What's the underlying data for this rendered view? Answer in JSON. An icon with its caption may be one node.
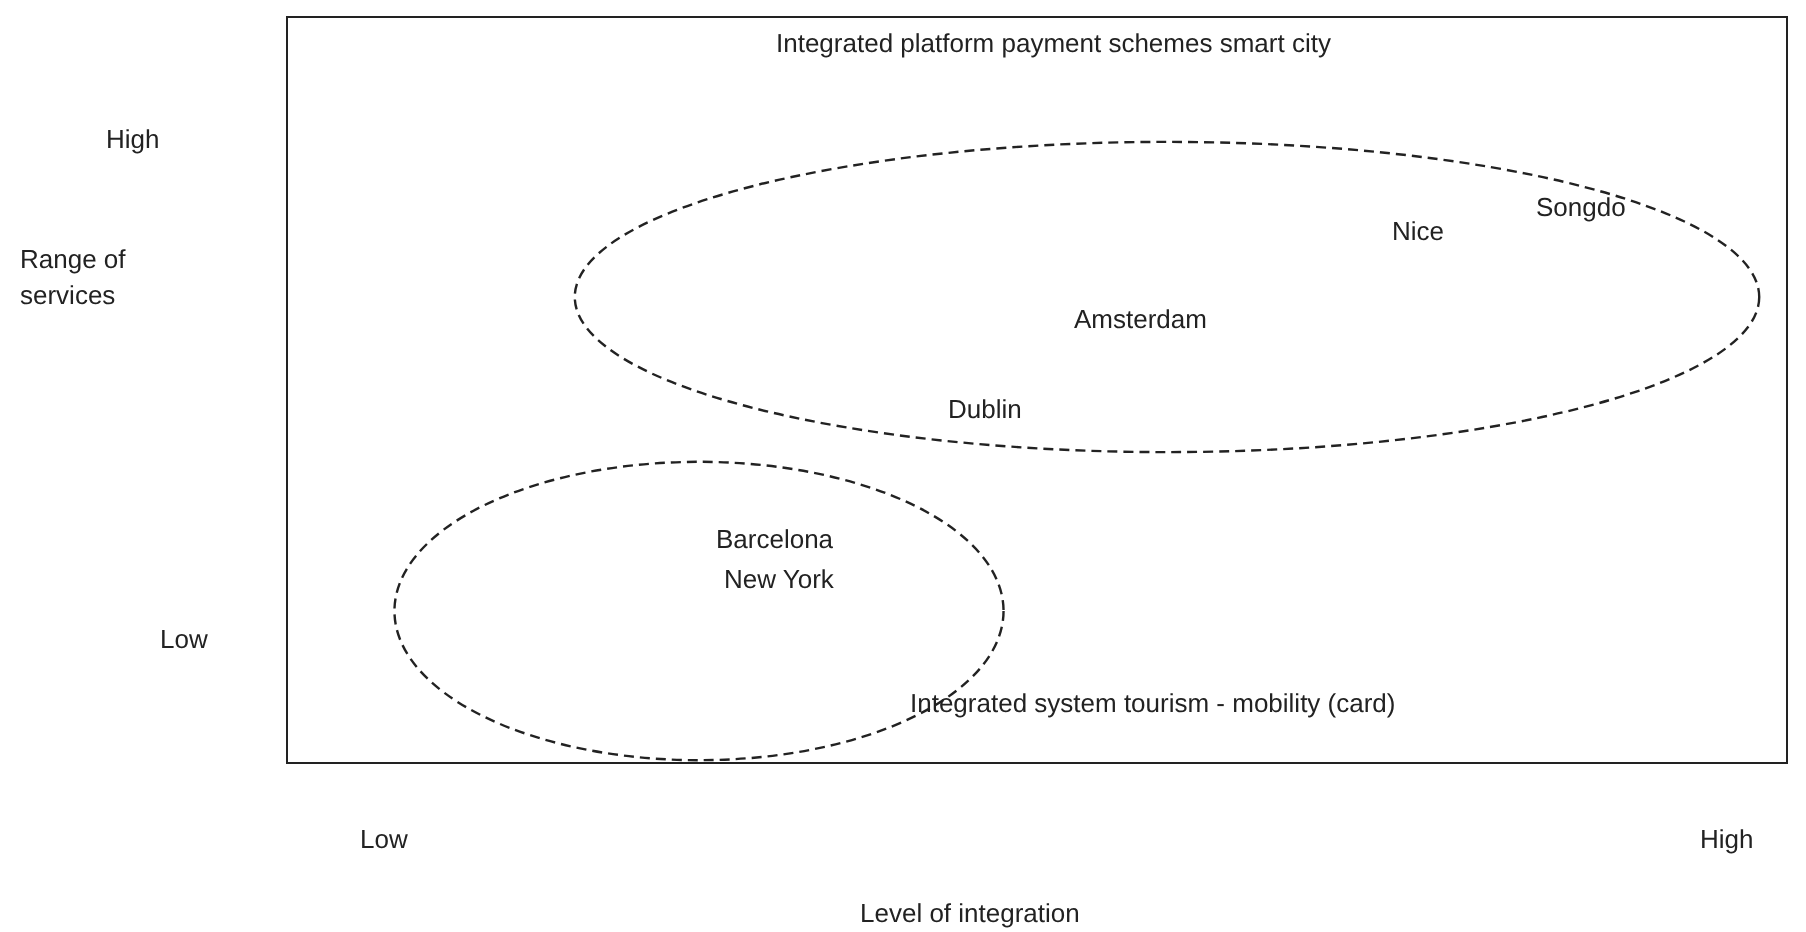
{
  "diagram": {
    "nodes": [
      {
        "text": [
          "Integrated platform payment schemes smart city",
          "Songdo",
          "Nice",
          "Amsterdam",
          "Dublin"
        ]
      },
      {
        "text": [
          "Barcelona",
          "New York",
          "Integrated system tourism - mobility (card)"
        ]
      }
    ],
    "labels": [
      "High",
      "Range of services",
      "Low",
      "Low",
      "High",
      "Level of integration"
    ]
  }
}
